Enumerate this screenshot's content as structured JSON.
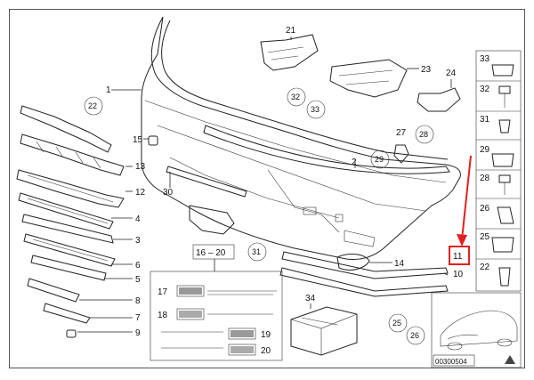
{
  "callouts": {
    "bumper_cover": "1",
    "bumper_trim_strip": "2",
    "grille_3": "3",
    "grille_4": "4",
    "grille_5": "5",
    "grille_6": "6",
    "bracket_7": "7",
    "bracket_8": "8",
    "plug_9": "9",
    "lower_trim_10": "10",
    "lower_trim_11": "11",
    "grille_12": "12",
    "grille_13": "13",
    "fog_cover_14": "14",
    "clip_15": "15",
    "group_16_20": "16 – 20",
    "insert_17": "17",
    "insert_18": "18",
    "insert_19": "19",
    "insert_20": "20",
    "duct_21": "21",
    "duct_23": "23",
    "bracket_24": "24",
    "clip_27": "27",
    "strip_30": "30",
    "kit_34": "34"
  },
  "circled": {
    "c22": "22",
    "c25": "25",
    "c26": "26",
    "c28": "28",
    "c29": "29",
    "c31": "31",
    "c32": "32",
    "c33": "33"
  },
  "hardware_column": [
    "33",
    "32",
    "31",
    "29",
    "28",
    "26",
    "25",
    "22"
  ],
  "diagram_code": "00300504",
  "highlight_color": "#e02020"
}
